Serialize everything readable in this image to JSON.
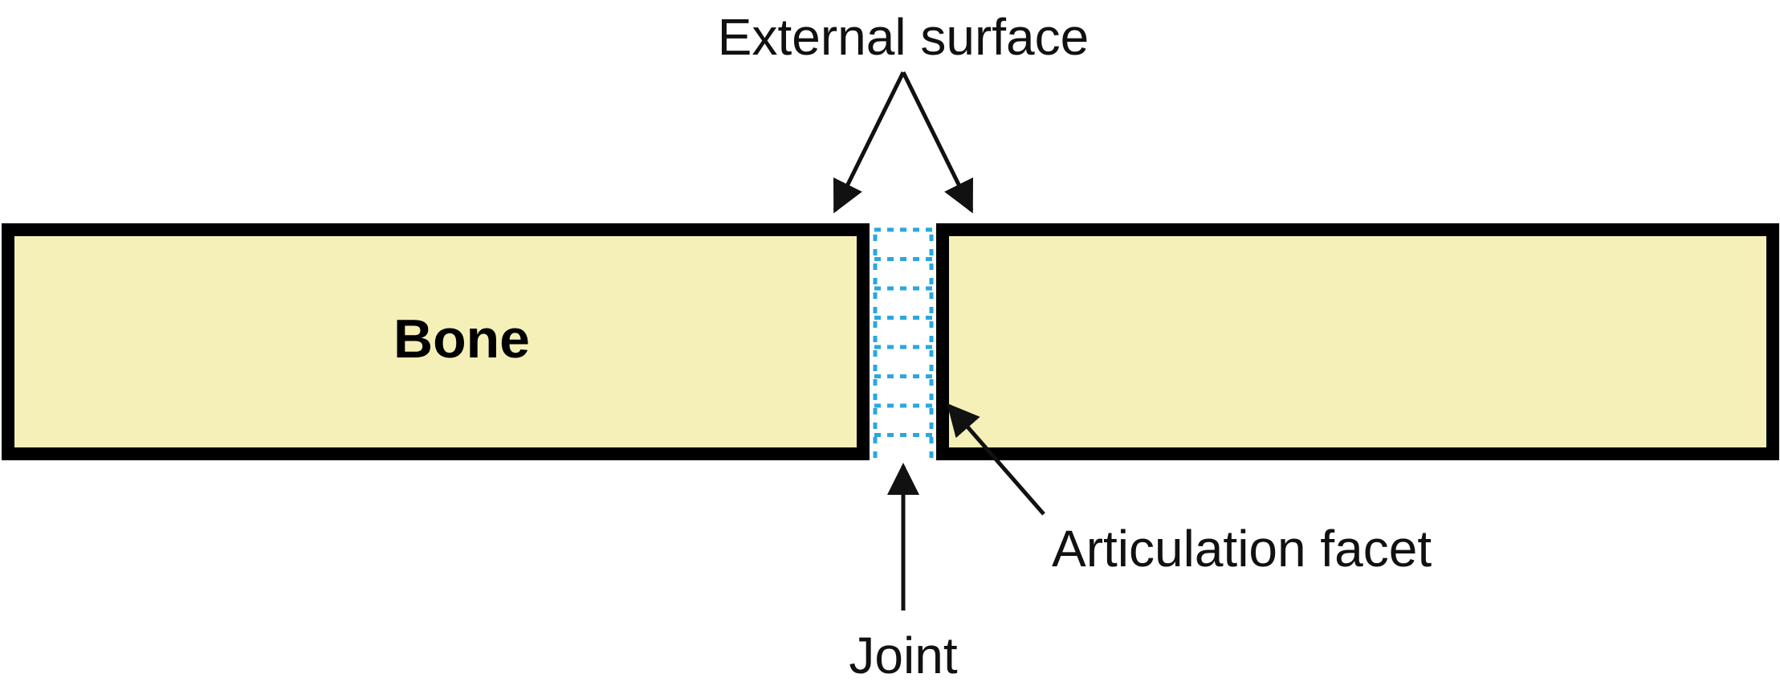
{
  "labels": {
    "external_surface": "External surface",
    "bone": "Bone",
    "articulation_facet": "Articulation facet",
    "joint": "Joint"
  },
  "colors": {
    "bone_fill": "#f5f0b8",
    "bone_outline": "#000000",
    "joint_dots": "#2aa7df",
    "arrow": "#111111"
  },
  "icons": {
    "joint_pattern": "dotted-grid",
    "arrow_head": "filled-triangle"
  }
}
